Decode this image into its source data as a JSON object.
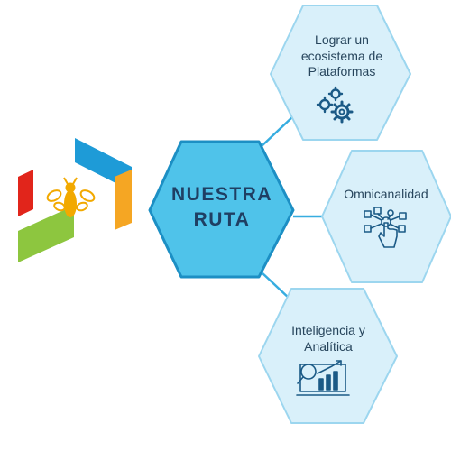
{
  "diagram": {
    "center": {
      "lines": [
        "NUESTRA",
        "RUTA"
      ]
    },
    "nodes": [
      {
        "lines": [
          "Lograr un",
          "ecosistema de",
          "Plataformas"
        ],
        "icon": "gears-icon"
      },
      {
        "lines": [
          "Omnicanalidad"
        ],
        "icon": "touch-network-icon"
      },
      {
        "lines": [
          "Inteligencia y",
          "Analítica"
        ],
        "icon": "analytics-chart-icon"
      }
    ]
  },
  "logo": {
    "icon": "bee-logo-icon",
    "colors": [
      "#e1251b",
      "#8dc63f",
      "#1e9bd7",
      "#f5a623",
      "#f2a900"
    ]
  },
  "colors": {
    "center_fill": "#4fc3ea",
    "center_stroke": "#1c8fc4",
    "node_fill": "#d9f0fa",
    "node_stroke": "#9cd6ef",
    "connector": "#37ade0",
    "icon_color": "#1b5a86",
    "text": "#27455c"
  }
}
